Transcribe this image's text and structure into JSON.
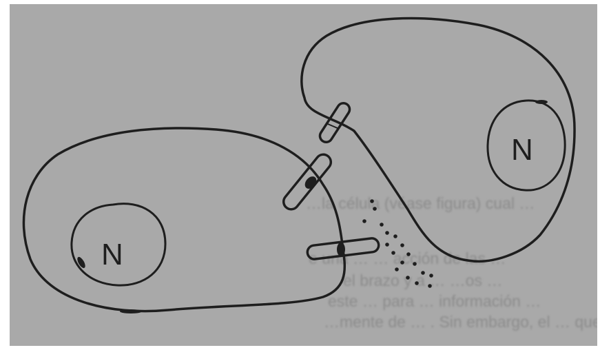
{
  "diagram": {
    "left_cell": {
      "nucleus_label": "N"
    },
    "right_cell": {
      "nucleus_label": "N"
    }
  },
  "background_text": {
    "lines": [
      "…la célula (véase figura) cual …",
      "e una …                    … acción de las …",
      "el brazo y a …    …os …",
      "este … para … información …",
      "…mente de … . Sin embargo, el … que …"
    ]
  }
}
